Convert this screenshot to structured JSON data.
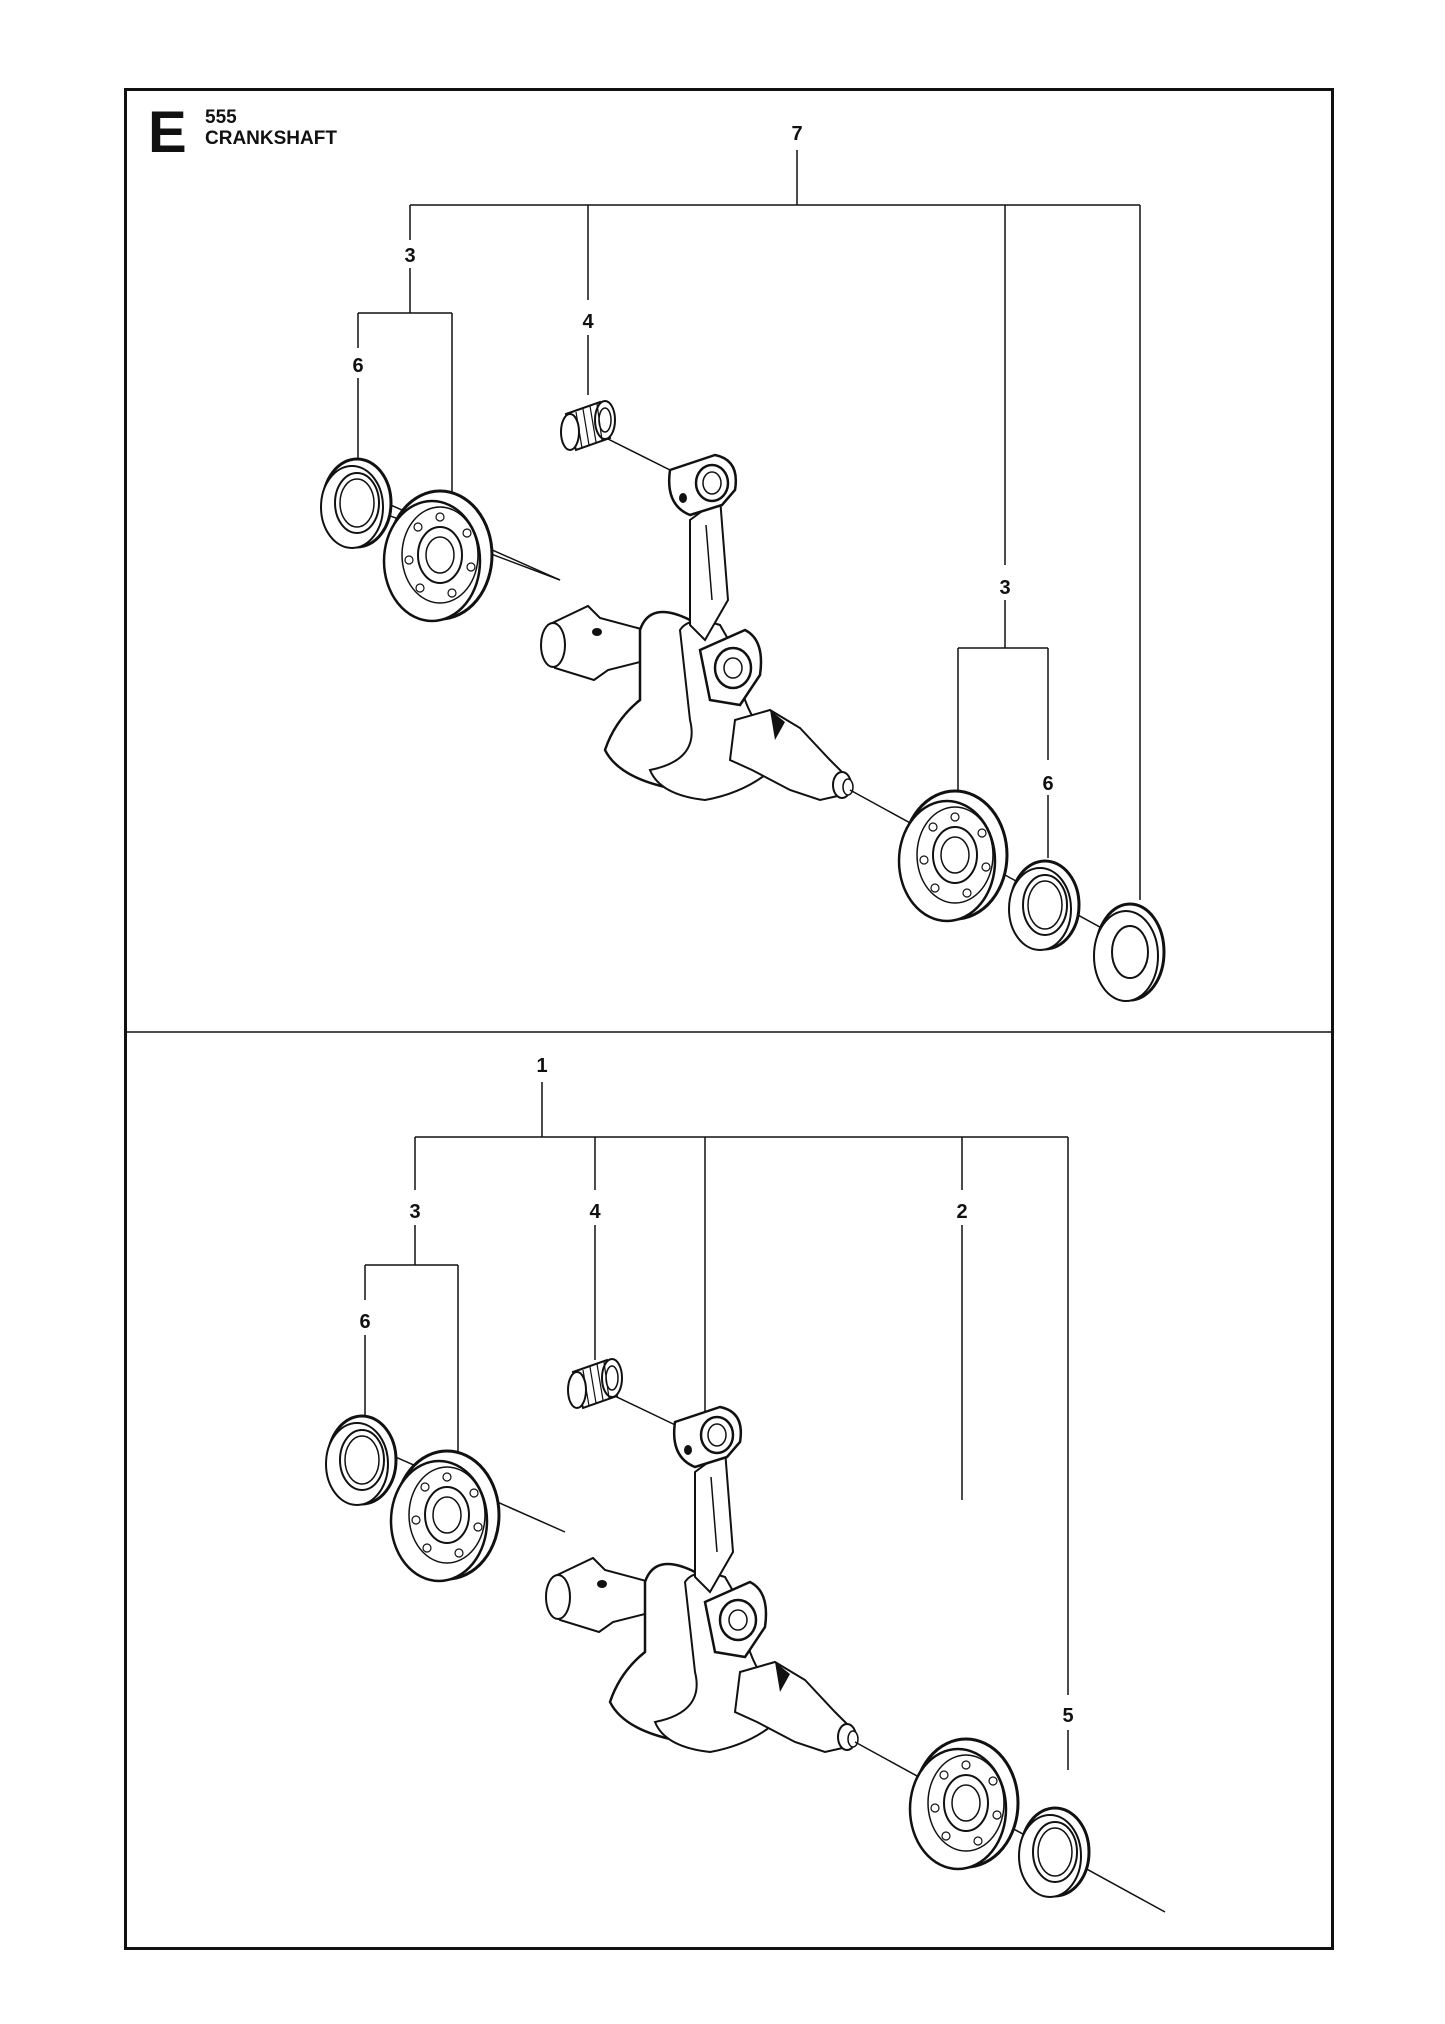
{
  "header": {
    "section_letter": "E",
    "model": "555",
    "title": "CRANKSHAFT"
  },
  "top_panel": {
    "callouts": [
      "7",
      "3",
      "4",
      "6",
      "3",
      "6"
    ]
  },
  "bottom_panel": {
    "callouts": [
      "1",
      "3",
      "4",
      "2",
      "6",
      "5"
    ]
  },
  "colors": {
    "line": "#111111",
    "background": "#ffffff"
  }
}
